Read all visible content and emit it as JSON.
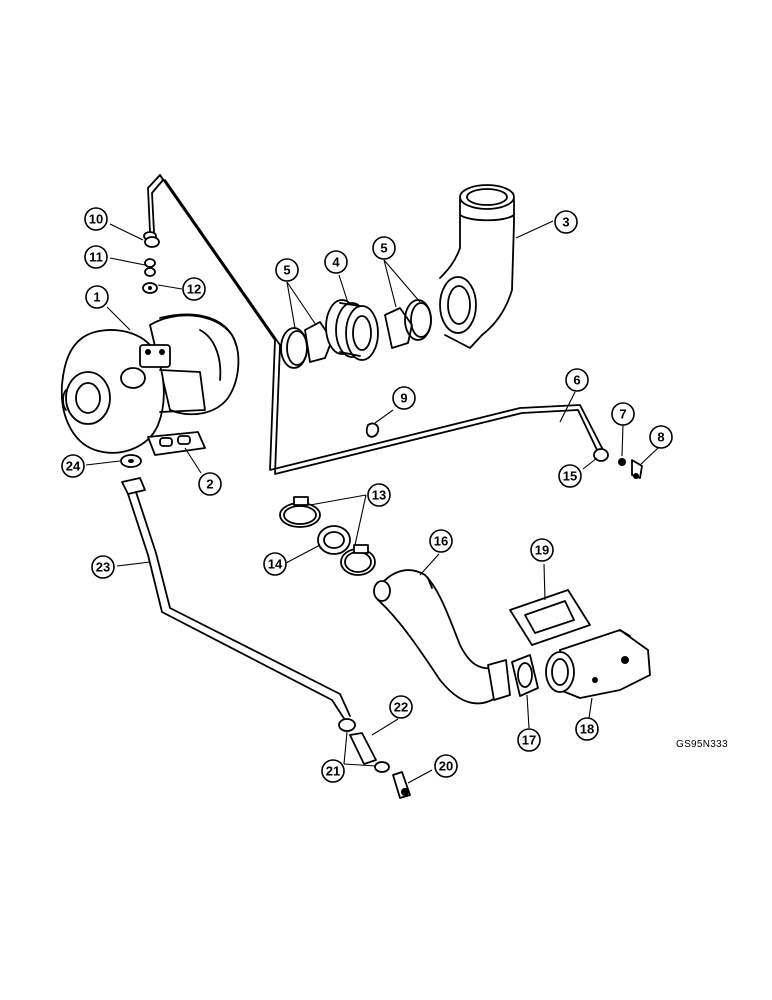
{
  "figure_code": "GS95N333",
  "callouts": [
    {
      "id": "1",
      "label": "1"
    },
    {
      "id": "2",
      "label": "2"
    },
    {
      "id": "3",
      "label": "3"
    },
    {
      "id": "4",
      "label": "4"
    },
    {
      "id": "5a",
      "label": "5"
    },
    {
      "id": "5b",
      "label": "5"
    },
    {
      "id": "6",
      "label": "6"
    },
    {
      "id": "7",
      "label": "7"
    },
    {
      "id": "8",
      "label": "8"
    },
    {
      "id": "9",
      "label": "9"
    },
    {
      "id": "10",
      "label": "10"
    },
    {
      "id": "11",
      "label": "11"
    },
    {
      "id": "12",
      "label": "12"
    },
    {
      "id": "13",
      "label": "13"
    },
    {
      "id": "14",
      "label": "14"
    },
    {
      "id": "15",
      "label": "15"
    },
    {
      "id": "16",
      "label": "16"
    },
    {
      "id": "17",
      "label": "17"
    },
    {
      "id": "18",
      "label": "18"
    },
    {
      "id": "19",
      "label": "19"
    },
    {
      "id": "20",
      "label": "20"
    },
    {
      "id": "21",
      "label": "21"
    },
    {
      "id": "22",
      "label": "22"
    },
    {
      "id": "23",
      "label": "23"
    },
    {
      "id": "24",
      "label": "24"
    }
  ]
}
